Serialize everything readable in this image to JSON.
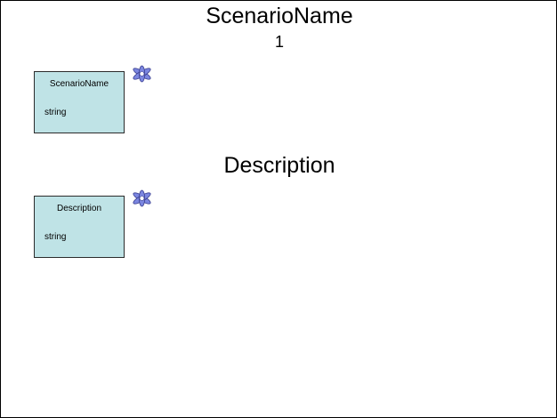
{
  "heading_1": {
    "title": "ScenarioName",
    "count": "1"
  },
  "entity_1": {
    "name": "ScenarioName",
    "type": "string",
    "icon": "key-icon"
  },
  "heading_2": {
    "title": "Description"
  },
  "entity_2": {
    "name": "Description",
    "type": "string",
    "icon": "key-icon"
  },
  "colors": {
    "entity_fill": "#bfe3e6",
    "entity_border": "#2b2b2b",
    "icon": "#7b86e0"
  }
}
